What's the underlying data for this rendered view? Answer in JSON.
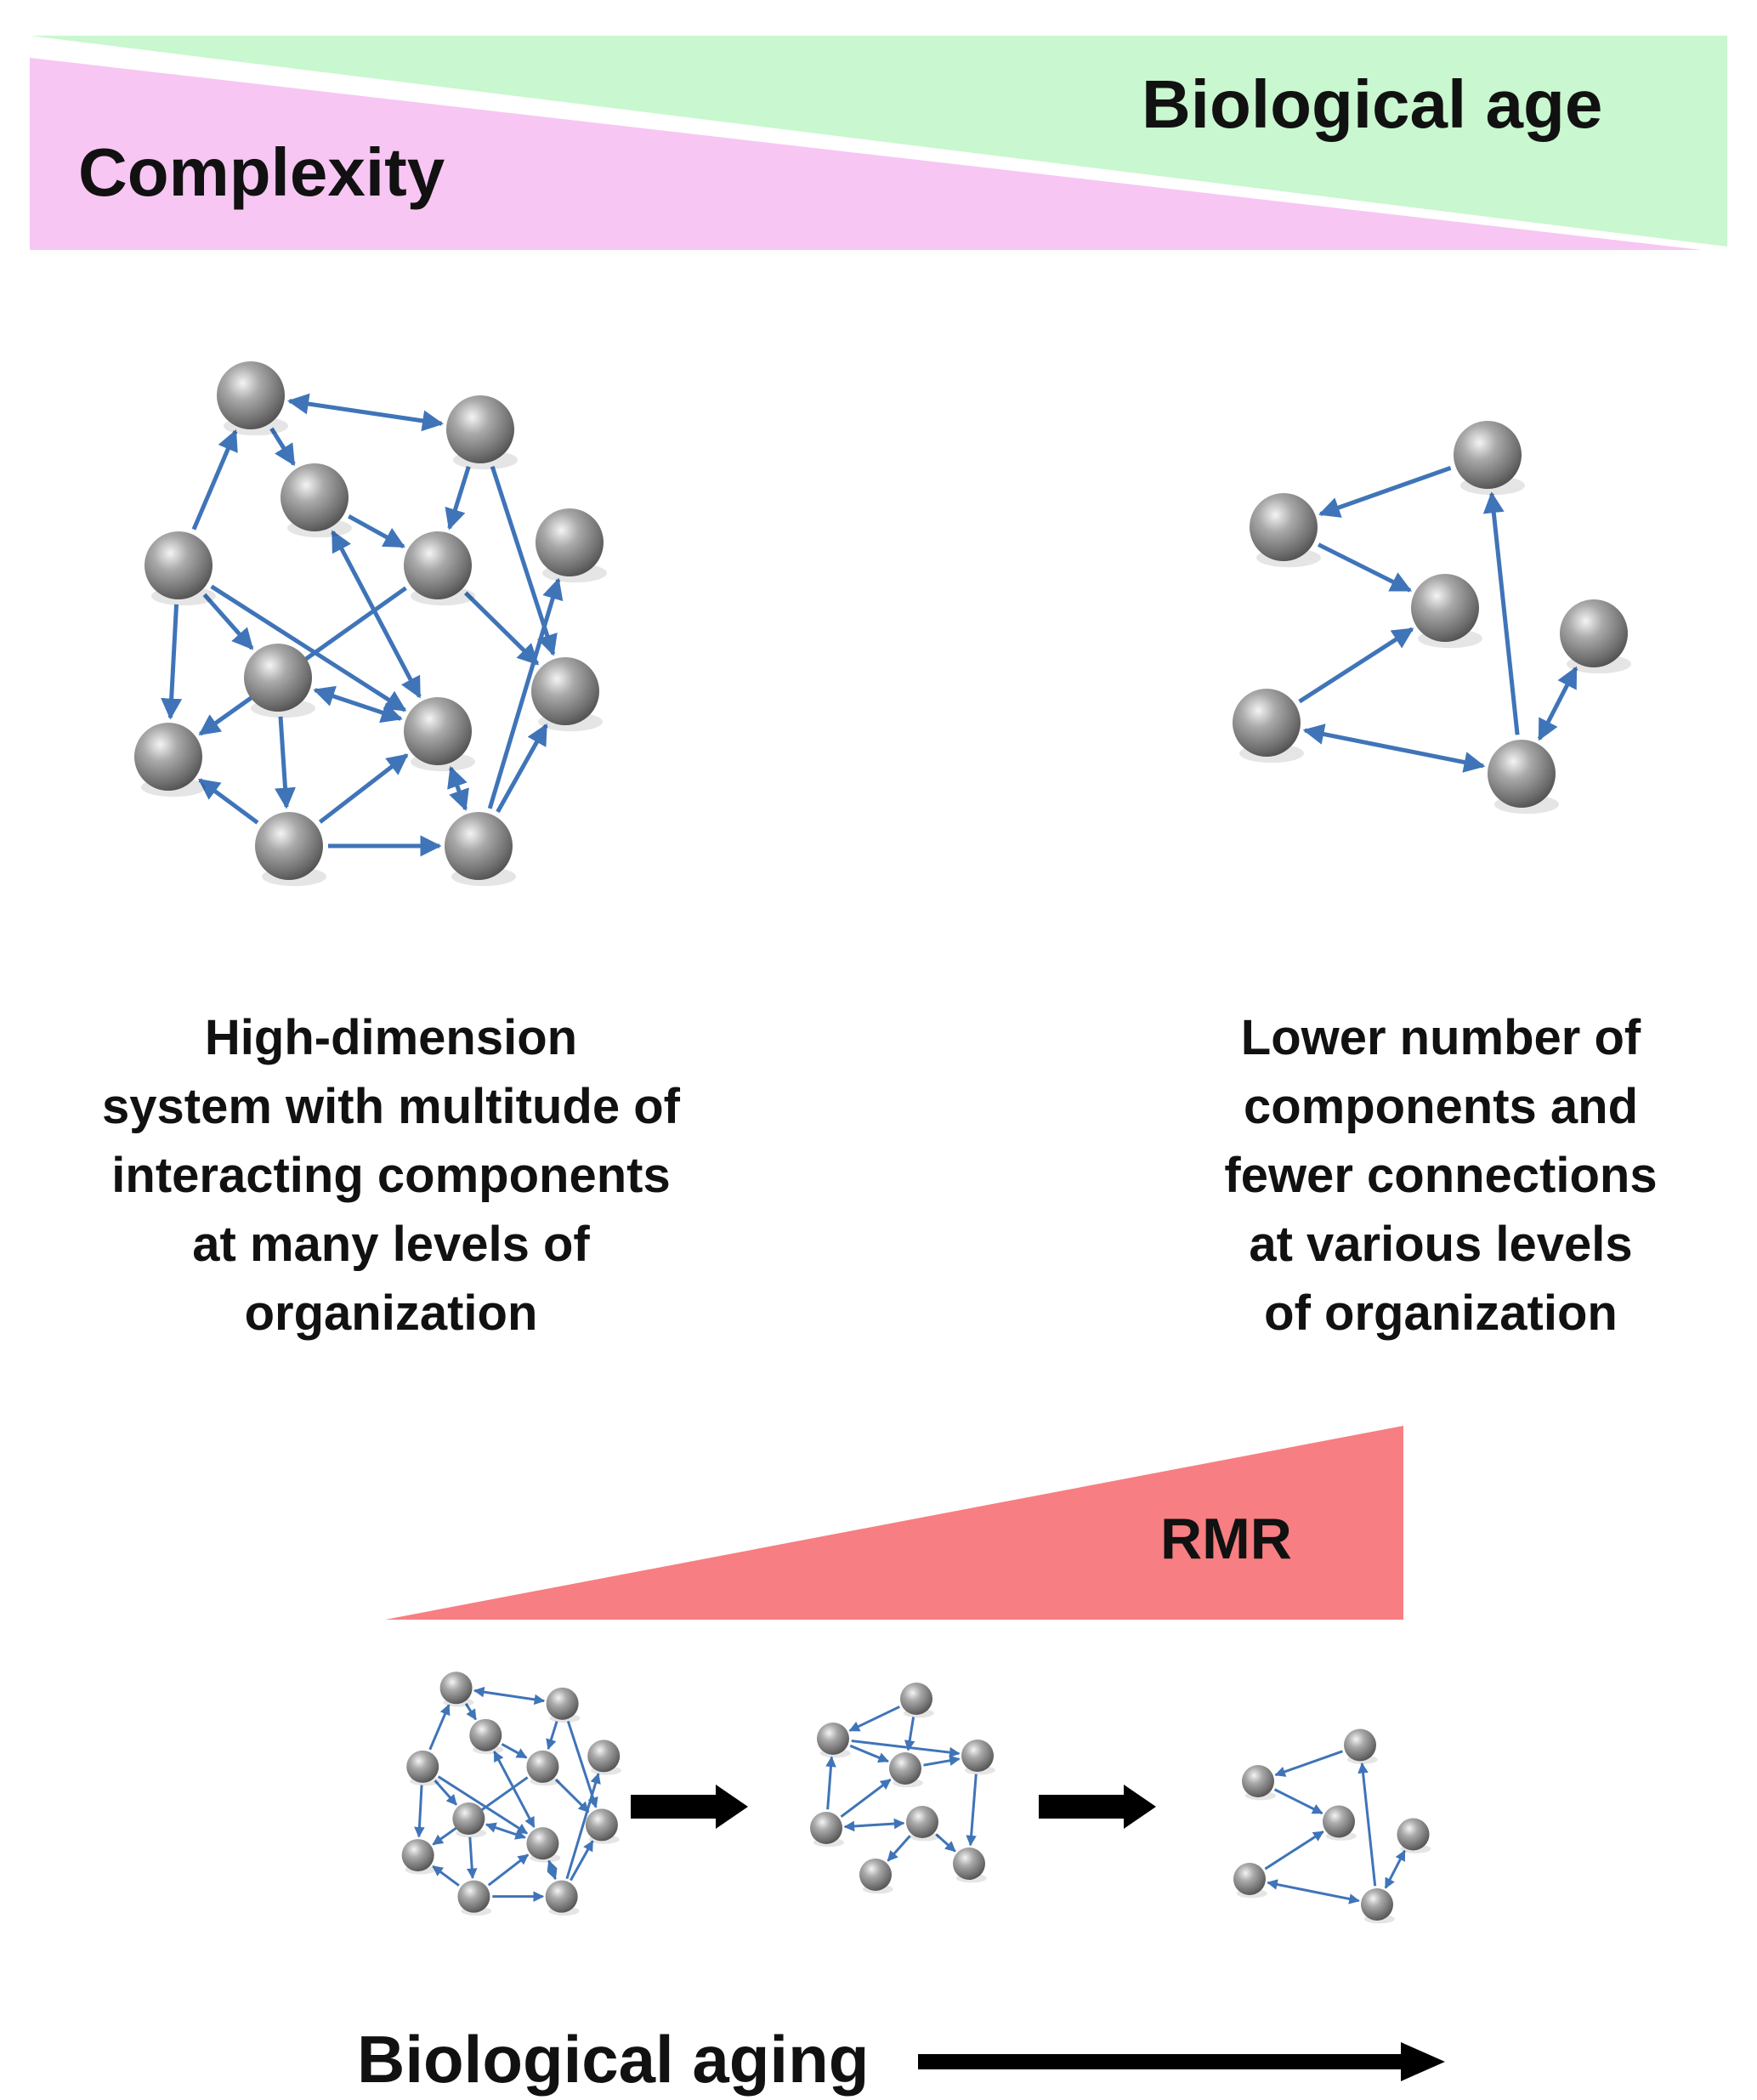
{
  "header": {
    "left_label": "Complexity",
    "right_label": "Biological age",
    "left_color": "#f7c6f3",
    "right_color": "#c9f7cf"
  },
  "captions": {
    "left": [
      "High-dimension",
      "system with multitude of",
      "interacting components",
      "at many levels of",
      "organization"
    ],
    "right": [
      "Lower number of",
      "components and",
      "fewer connections",
      "at various levels",
      "of organization"
    ]
  },
  "rmr": {
    "label": "RMR",
    "color": "#f77e82"
  },
  "footer": {
    "label": "Biological aging"
  },
  "colors": {
    "node": "#8a8a8a",
    "edge": "#3f74b8",
    "arrow": "#000000"
  }
}
